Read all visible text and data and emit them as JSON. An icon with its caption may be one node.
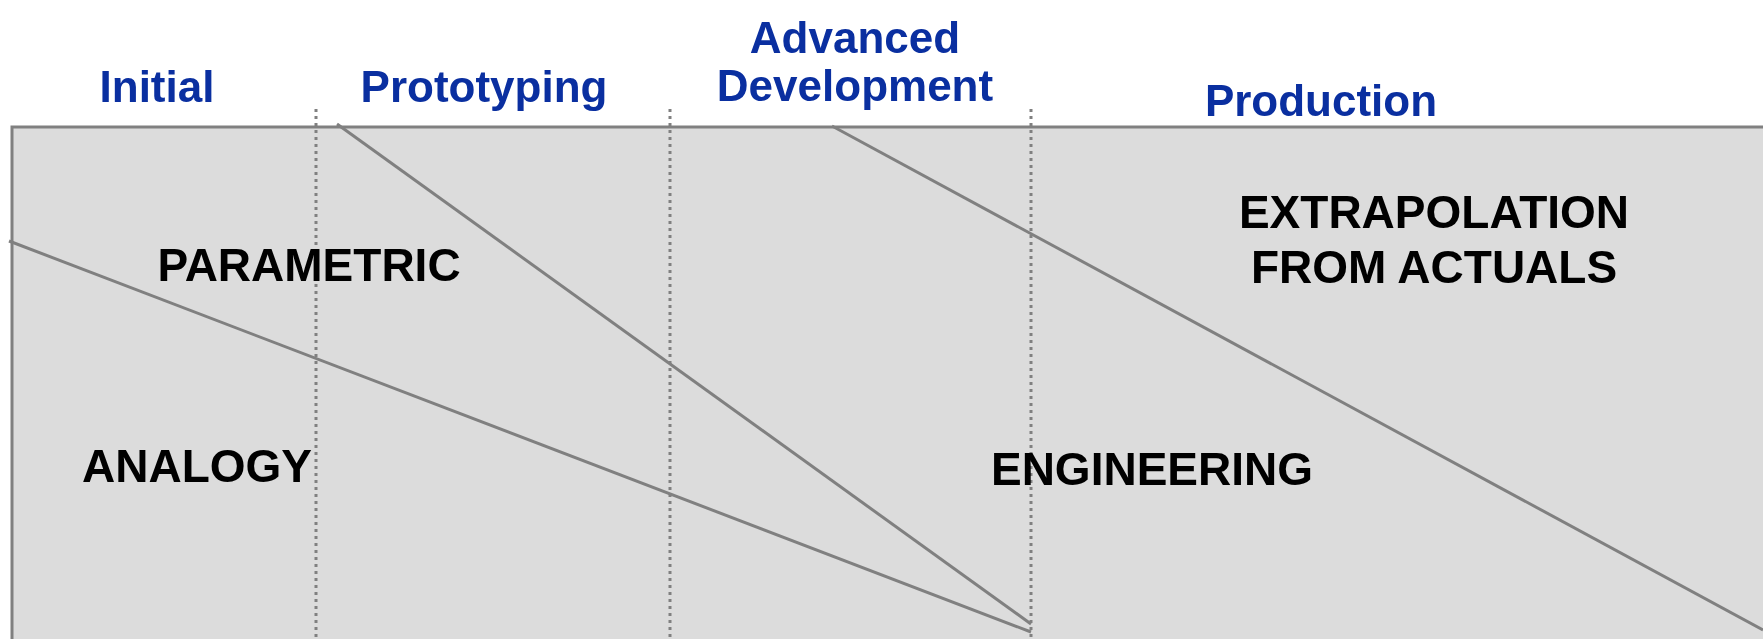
{
  "diagram": {
    "labels": [
      "Advanced Development",
      "Initial",
      "Prototyping",
      "Production",
      "EXTRAPOLATION FROM ACTUALS",
      "PARAMETRIC",
      "ANALOGY",
      "ENGINEERING"
    ]
  }
}
